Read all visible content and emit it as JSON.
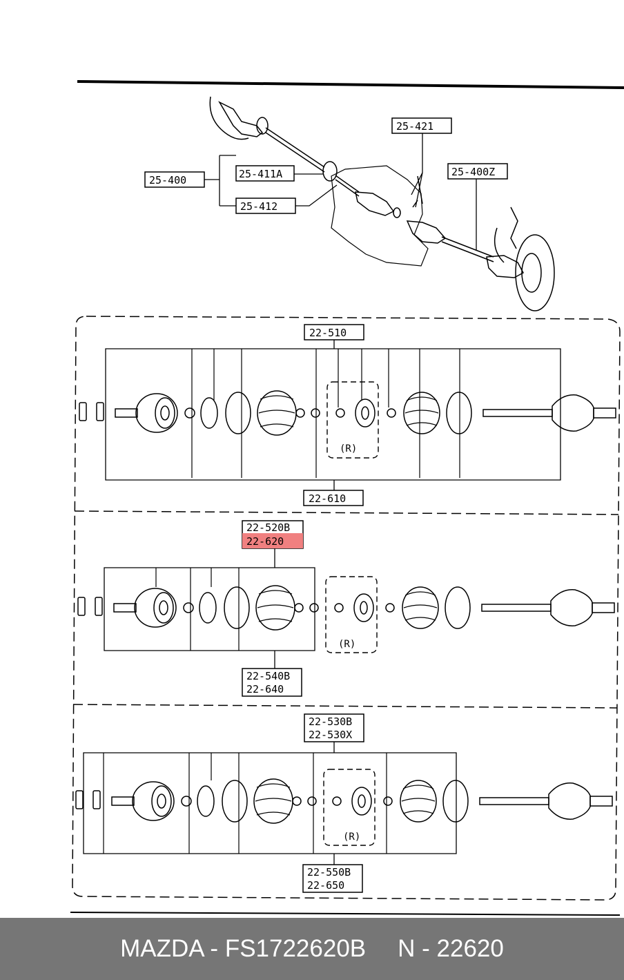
{
  "labels": {
    "l_25_400": "25-400",
    "l_25_411a": "25-411A",
    "l_25_412": "25-412",
    "l_25_421": "25-421",
    "l_25_400z": "25-400Z",
    "l_22_510": "22-510",
    "l_22_610": "22-610",
    "l_22_520b": "22-520B",
    "l_22_620": "22-620",
    "l_22_540b": "22-540B",
    "l_22_640": "22-640",
    "l_22_530b": "22-530B",
    "l_22_530x": "22-530X",
    "l_22_550b": "22-550B",
    "l_22_650": "22-650",
    "r1": "(R)",
    "r2": "(R)",
    "r3": "(R)"
  },
  "highlight_color": "#f08080",
  "footer": {
    "brand_part": "MAZDA - FS1722620B",
    "ref": "N - 22620"
  }
}
